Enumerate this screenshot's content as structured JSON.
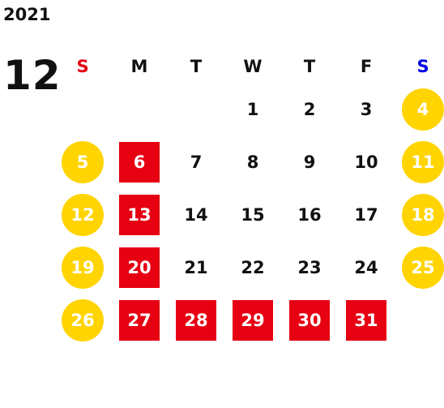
{
  "calendar": {
    "year": "2021",
    "month": "12",
    "colors": {
      "text": "#111111",
      "sunday_header": "#e60012",
      "saturday_header": "#0000e6",
      "weekend_circle": "#ffd400",
      "holiday_square": "#e60012",
      "holiday_text": "#ffffff"
    },
    "weekdays": [
      "S",
      "M",
      "T",
      "W",
      "T",
      "F",
      "S"
    ],
    "days": [
      {
        "label": "",
        "style": "blank"
      },
      {
        "label": "",
        "style": "blank"
      },
      {
        "label": "",
        "style": "blank"
      },
      {
        "label": "1",
        "style": "plain"
      },
      {
        "label": "2",
        "style": "plain"
      },
      {
        "label": "3",
        "style": "plain"
      },
      {
        "label": "4",
        "style": "weekend"
      },
      {
        "label": "5",
        "style": "weekend"
      },
      {
        "label": "6",
        "style": "holiday"
      },
      {
        "label": "7",
        "style": "plain"
      },
      {
        "label": "8",
        "style": "plain"
      },
      {
        "label": "9",
        "style": "plain"
      },
      {
        "label": "10",
        "style": "plain"
      },
      {
        "label": "11",
        "style": "weekend"
      },
      {
        "label": "12",
        "style": "weekend"
      },
      {
        "label": "13",
        "style": "holiday"
      },
      {
        "label": "14",
        "style": "plain"
      },
      {
        "label": "15",
        "style": "plain"
      },
      {
        "label": "16",
        "style": "plain"
      },
      {
        "label": "17",
        "style": "plain"
      },
      {
        "label": "18",
        "style": "weekend"
      },
      {
        "label": "19",
        "style": "weekend"
      },
      {
        "label": "20",
        "style": "holiday"
      },
      {
        "label": "21",
        "style": "plain"
      },
      {
        "label": "22",
        "style": "plain"
      },
      {
        "label": "23",
        "style": "plain"
      },
      {
        "label": "24",
        "style": "plain"
      },
      {
        "label": "25",
        "style": "weekend"
      },
      {
        "label": "26",
        "style": "weekend"
      },
      {
        "label": "27",
        "style": "holiday"
      },
      {
        "label": "28",
        "style": "holiday"
      },
      {
        "label": "29",
        "style": "holiday"
      },
      {
        "label": "30",
        "style": "holiday"
      },
      {
        "label": "31",
        "style": "holiday"
      },
      {
        "label": "",
        "style": "blank"
      }
    ]
  }
}
